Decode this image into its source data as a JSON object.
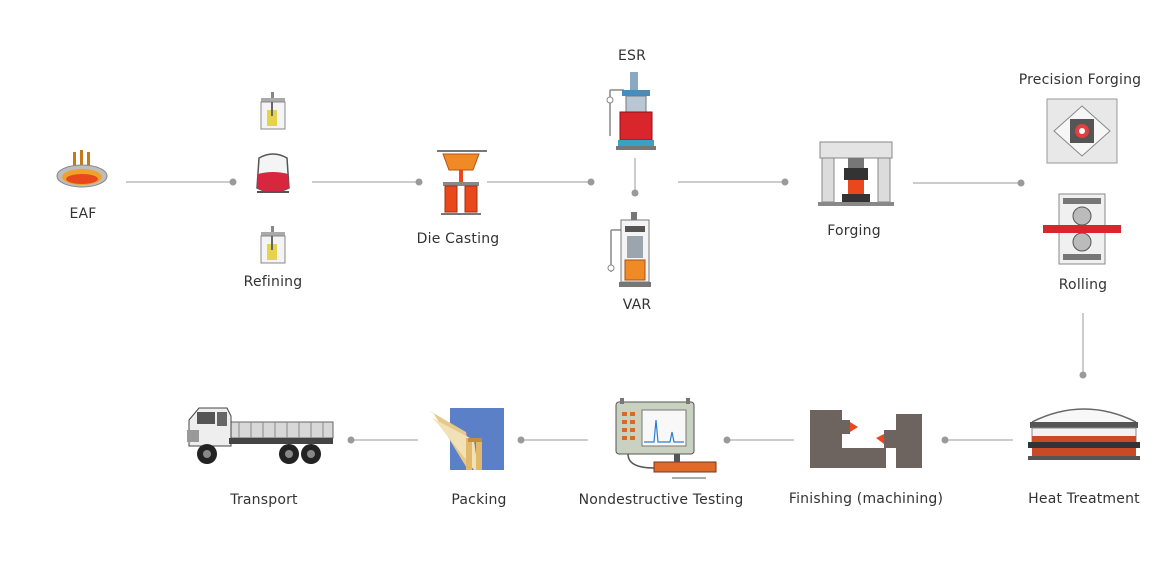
{
  "steps": {
    "eaf": "EAF",
    "refining": "Refining",
    "die_casting": "Die Casting",
    "esr": "ESR",
    "var": "VAR",
    "forging": "Forging",
    "precision_forging": "Precision Forging",
    "rolling": "Rolling",
    "heat_treatment": "Heat Treatment",
    "finishing": "Finishing (machining)",
    "ndt": "Nondestructive Testing",
    "packing": "Packing",
    "transport": "Transport"
  },
  "colors": {
    "connector": "#9a9a9a",
    "molten": "#e8481c",
    "accent_red": "#d9262c",
    "machine_gray": "#6d6460",
    "outline": "#555555"
  }
}
